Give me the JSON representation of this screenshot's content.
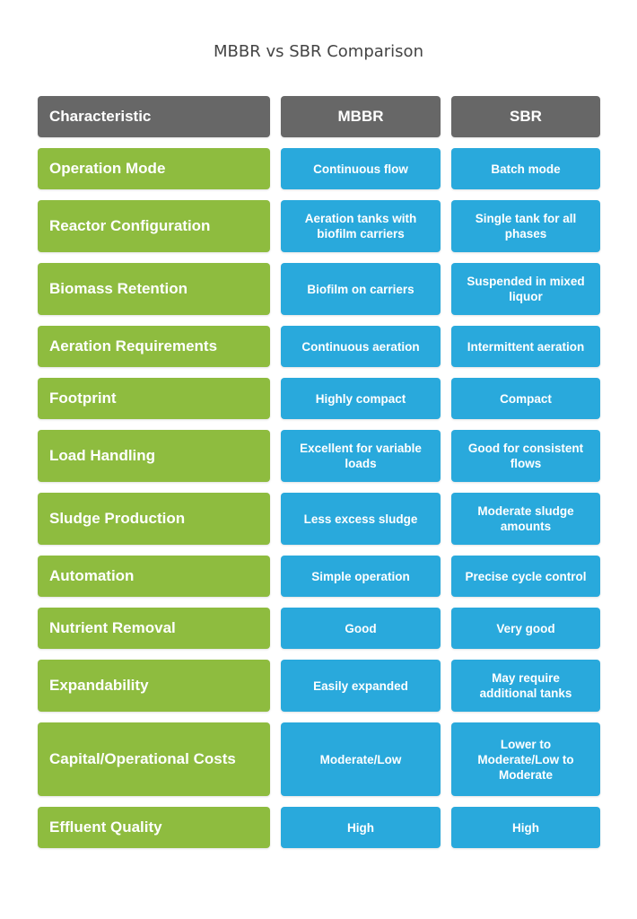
{
  "title": "MBBR vs SBR Comparison",
  "colors": {
    "header": "#676767",
    "characteristic": "#8ebc3f",
    "value": "#29a9dc"
  },
  "headers": [
    "Characteristic",
    "MBBR",
    "SBR"
  ],
  "rows": [
    {
      "characteristic": "Operation Mode",
      "mbbr": "Continuous flow",
      "sbr": "Batch mode"
    },
    {
      "characteristic": "Reactor Configuration",
      "mbbr": "Aeration tanks with biofilm carriers",
      "sbr": "Single tank for all phases"
    },
    {
      "characteristic": "Biomass Retention",
      "mbbr": "Biofilm on carriers",
      "sbr": "Suspended in mixed liquor"
    },
    {
      "characteristic": "Aeration Requirements",
      "mbbr": "Continuous aeration",
      "sbr": "Intermittent aeration"
    },
    {
      "characteristic": "Footprint",
      "mbbr": "Highly compact",
      "sbr": "Compact"
    },
    {
      "characteristic": "Load Handling",
      "mbbr": "Excellent for variable loads",
      "sbr": "Good for consistent flows"
    },
    {
      "characteristic": "Sludge Production",
      "mbbr": "Less excess sludge",
      "sbr": "Moderate sludge amounts"
    },
    {
      "characteristic": "Automation",
      "mbbr": "Simple operation",
      "sbr": "Precise cycle control"
    },
    {
      "characteristic": "Nutrient Removal",
      "mbbr": "Good",
      "sbr": "Very good"
    },
    {
      "characteristic": "Expandability",
      "mbbr": "Easily expanded",
      "sbr": "May require additional tanks"
    },
    {
      "characteristic": "Capital/Operational Costs",
      "mbbr": "Moderate/Low",
      "sbr": "Lower to Moderate/Low to Moderate"
    },
    {
      "characteristic": "Effluent Quality",
      "mbbr": "High",
      "sbr": "High"
    }
  ]
}
